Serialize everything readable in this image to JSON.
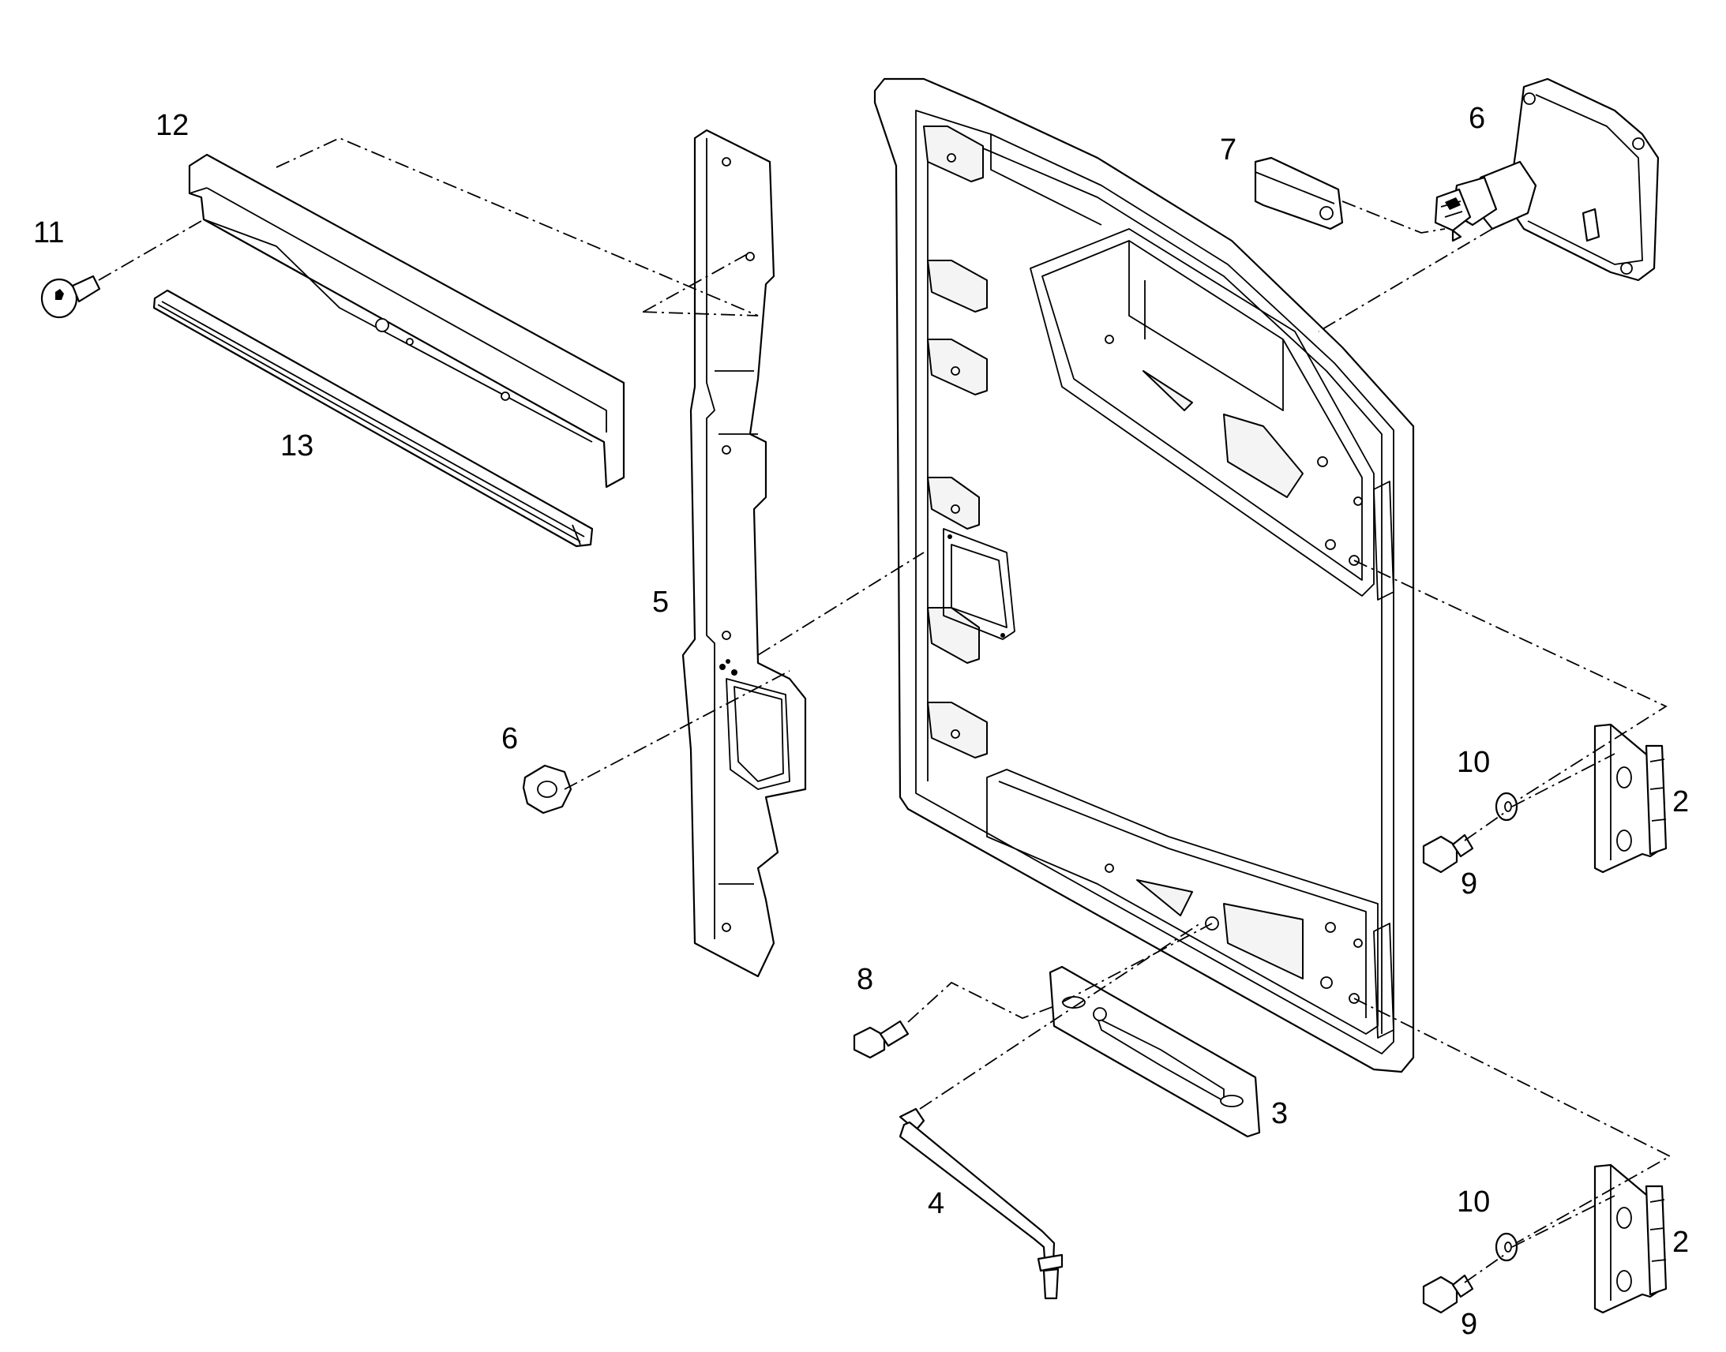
{
  "callouts": {
    "c2a": "2",
    "c2b": "2",
    "c3": "3",
    "c4": "4",
    "c5": "5",
    "c6a": "6",
    "c6b": "6",
    "c7": "7",
    "c8": "8",
    "c9a": "9",
    "c9b": "9",
    "c10a": "10",
    "c10b": "10",
    "c11": "11",
    "c12": "12",
    "c13": "13"
  }
}
